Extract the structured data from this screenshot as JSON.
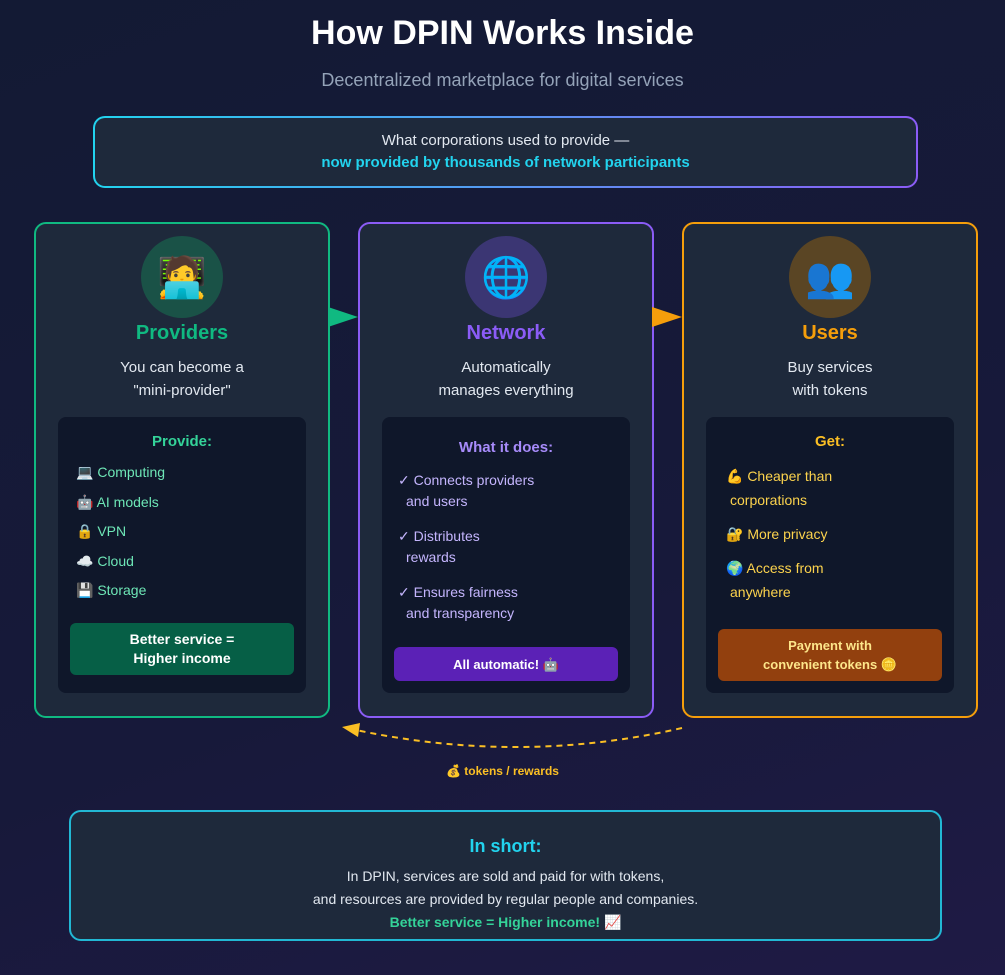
{
  "title": "How DPIN Works Inside",
  "subtitle": "Decentralized marketplace for digital services",
  "banner": {
    "line1": "What corporations used to provide —",
    "line2": "now provided by thousands of network participants"
  },
  "colors": {
    "providers": "#10b981",
    "network": "#8b5cf6",
    "users": "#f59e0b",
    "teal": "#22d3ee"
  },
  "providers": {
    "icon": "🧑‍💻",
    "title": "Providers",
    "sub1": "You can become a",
    "sub2": "\"mini-provider\"",
    "panel_title": "Provide:",
    "items": [
      {
        "icon": "💻",
        "label": "Computing"
      },
      {
        "icon": "🤖",
        "label": "AI models"
      },
      {
        "icon": "🔒",
        "label": "VPN"
      },
      {
        "icon": "☁️",
        "label": "Cloud"
      },
      {
        "icon": "💾",
        "label": "Storage"
      }
    ],
    "button1": "Better service =",
    "button2": "Higher income"
  },
  "network": {
    "icon": "🌐",
    "title": "Network",
    "sub1": "Automatically",
    "sub2": "manages everything",
    "panel_title": "What it does:",
    "items": [
      {
        "l1": "✓ Connects providers",
        "l2": "and users"
      },
      {
        "l1": "✓ Distributes",
        "l2": "rewards"
      },
      {
        "l1": "✓ Ensures fairness",
        "l2": "and transparency"
      }
    ],
    "button": "All automatic! 🤖"
  },
  "users": {
    "icon": "👥",
    "title": "Users",
    "sub1": "Buy services",
    "sub2": "with tokens",
    "panel_title": "Get:",
    "items": [
      {
        "l1": "💪 Cheaper than",
        "l2": "corporations"
      },
      {
        "l1": "🔐 More privacy",
        "l2": ""
      },
      {
        "l1": "🌍 Access from",
        "l2": "anywhere"
      }
    ],
    "button1": "Payment with",
    "button2": "convenient tokens 🪙"
  },
  "flow_label": "💰 tokens / rewards",
  "short": {
    "title": "In short:",
    "line1": "In DPIN, services are sold and paid for with tokens,",
    "line2": "and resources are provided by regular people and companies.",
    "line3": "Better service = Higher income! 📈"
  }
}
